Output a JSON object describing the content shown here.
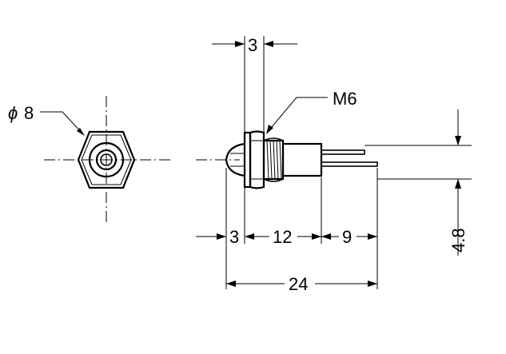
{
  "labels": {
    "diameter_symbol": "ϕ",
    "diameter_value": "8",
    "thread": "M6",
    "dim_top_3": "3",
    "dim_bottom_3": "3",
    "dim_12": "12",
    "dim_9": "9",
    "dim_24": "24",
    "dim_4_8": "4.8"
  }
}
